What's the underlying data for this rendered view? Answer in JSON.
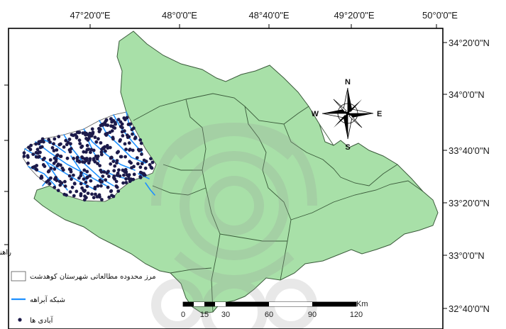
{
  "longitude_labels": [
    "47°20'0\"E",
    "48°0'0\"E",
    "48°40'0\"E",
    "49°20'0\"E",
    "50°0'0\"E"
  ],
  "latitude_labels": [
    "34°20'0\"N",
    "34°0'0\"N",
    "33°40'0\"N",
    "33°20'0\"N",
    "33°0'0\"N",
    "32°40'0\"N"
  ],
  "compass": {
    "north": "N",
    "south": "S",
    "east": "E",
    "west": "W"
  },
  "scale_bar": {
    "unit": "Km",
    "ticks": [
      "0",
      "15",
      "30",
      "60",
      "90",
      "120"
    ]
  },
  "legend": {
    "title": "راهنما",
    "items": [
      {
        "label": "مرز محدوده مطالعاتی شهرستان کوهدشت",
        "symbol": "box-outline"
      },
      {
        "label": "شبکه آبراهه",
        "symbol": "blue-line"
      },
      {
        "label": "آبادی ها",
        "symbol": "dark-dot"
      }
    ]
  },
  "colors": {
    "province_fill": "#a8e0a8",
    "province_border": "#3a5a3a",
    "study_area_fill": "#ffffff",
    "stream_color": "#1e90ff",
    "village_color": "#1c1a4a",
    "frame": "#000000",
    "watermark": "#9a9a9a"
  }
}
